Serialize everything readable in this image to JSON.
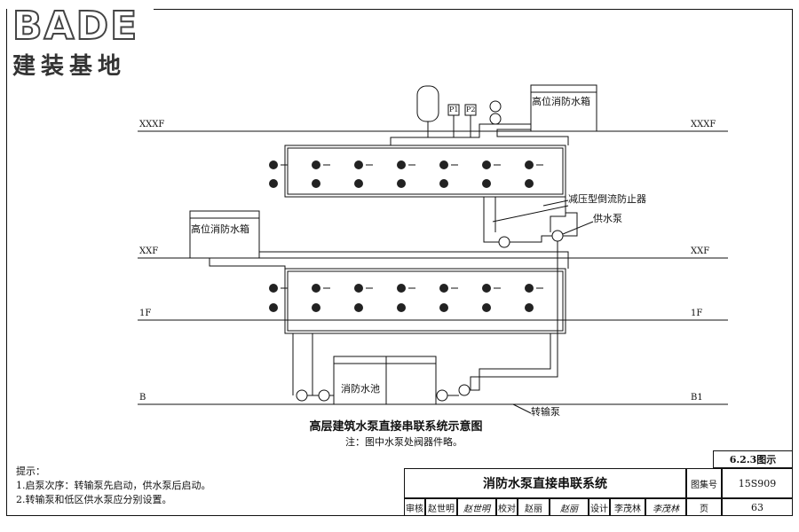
{
  "logo": {
    "brand": "BADE",
    "sub": "建装基地"
  },
  "floors": {
    "top": "XXXF",
    "mid": "XXF",
    "first": "1F",
    "basement_left": "B",
    "basement_right": "B1"
  },
  "equipment": {
    "upper_tank": "高位消防水箱",
    "lower_tank": "高位消防水箱",
    "pool": "消防水池",
    "gauge_1": "P1",
    "gauge_2": "P2"
  },
  "annotations": {
    "backflow": "减压型倒流防止器",
    "supply_pump": "供水泵",
    "transfer_pump": "转输泵"
  },
  "diagram_title": "高层建筑水泵直接串联系统示意图",
  "diagram_note": "注：图中水泵处阀器件略。",
  "tips": {
    "heading": "提示：",
    "line1": "1.启泵次序：转输泵先启动，供水泵后启动。",
    "line2": "2.转输泵和低区供水泵应分别设置。"
  },
  "title_block": {
    "figure_no": "6.2.3图示",
    "drawing_title": "消防水泵直接串联系统",
    "atlas_label": "图集号",
    "atlas_no": "15S909",
    "review_label": "审核",
    "review_name": "赵世明",
    "review_sign": "赵世明",
    "check_label": "校对",
    "check_name": "赵丽",
    "check_sign": "赵丽",
    "design_label": "设计",
    "design_name": "李茂林",
    "design_sign": "李茂林",
    "page_label": "页",
    "page_no": "63"
  }
}
